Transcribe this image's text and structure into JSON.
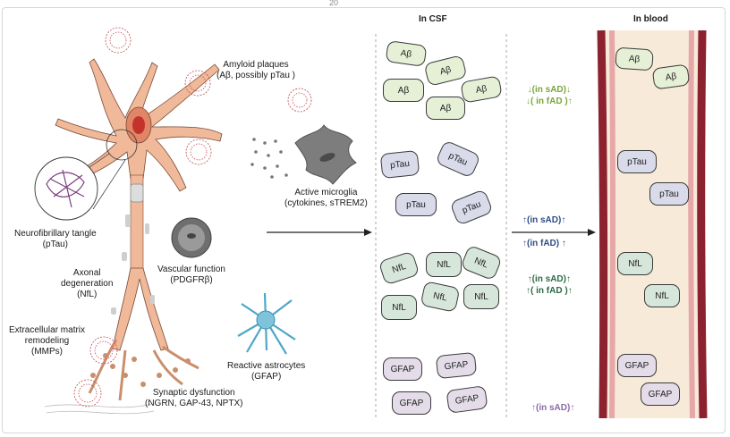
{
  "page_number": "20",
  "columns": {
    "csf": "In CSF",
    "blood": "In blood"
  },
  "labels": {
    "amyloid": [
      "Amyloid plaques",
      "(Aβ, possibly pTau )"
    ],
    "tangle": [
      "Neurofibrillary tangle",
      "(pTau)"
    ],
    "axonal": [
      "Axonal",
      "degeneration",
      "(NfL)"
    ],
    "vascular": [
      "Vascular function",
      "(PDGFRβ)"
    ],
    "microglia": [
      "Active microglia",
      "(cytokines, sTREM2)"
    ],
    "ecm": [
      "Extracellular matrix",
      "remodeling",
      "(MMPs)"
    ],
    "astro": [
      "Reactive astrocytes",
      "(GFAP)"
    ],
    "synaptic": [
      "Synaptic dysfunction",
      "(NGRN, GAP-43, NPTX)"
    ]
  },
  "csf_markers": {
    "abeta": [
      "Aβ",
      "Aβ",
      "Aβ",
      "Aβ",
      "Aβ"
    ],
    "ptau": [
      "pTau",
      "pTau",
      "pTau",
      "pTau"
    ],
    "nfl": [
      "NfL",
      "NfL",
      "NfL",
      "NfL",
      "NfL",
      "NfL"
    ],
    "gfap": [
      "GFAP",
      "GFAP",
      "GFAP",
      "GFAP"
    ]
  },
  "blood_markers": {
    "abeta": [
      "Aβ",
      "Aβ"
    ],
    "ptau": [
      "pTau",
      "pTau"
    ],
    "nfl": [
      "NfL",
      "NfL"
    ],
    "gfap": [
      "GFAP",
      "GFAP"
    ]
  },
  "changes": {
    "abeta": [
      "↓(in sAD)↓",
      "↓( in fAD )↑"
    ],
    "ptau_csf": "↑(in sAD)↑",
    "ptau_blood": "↑(in fAD) ↑",
    "nfl": [
      "↑(in sAD)↑",
      "↑( in fAD )↑"
    ],
    "gfap": "↑(in sAD)↑"
  },
  "colors": {
    "abeta_text": "#7aa63a",
    "ptau_text": "#2f4d86",
    "nfl_text": "#2b6b45",
    "gfap_text": "#8a6aa8",
    "neuron": "#f0b999",
    "nucleus": "#c4322c",
    "vessel_wall": "#8c2230",
    "vessel_lumen": "#f7ead8",
    "plaque": "#c14b55",
    "microglia": "#7d7d7d",
    "astrocyte": "#4ea7c8"
  }
}
